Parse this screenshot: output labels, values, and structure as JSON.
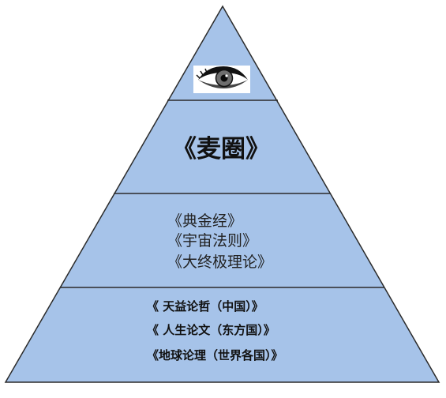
{
  "pyramid": {
    "fill_color": "#a6c3e9",
    "stroke_color": "#2b2b2b",
    "top": {
      "icon": "eye-icon"
    },
    "tier2": {
      "title": "《麦圈》"
    },
    "tier3": {
      "lines": [
        "《典金经》",
        "《宇宙法则》",
        "《大终极理论》"
      ]
    },
    "tier4": {
      "lines": [
        "《 天益论哲（中国）》",
        "《 人生论文（东方国）》",
        "《地球论理（世界各国）》"
      ]
    }
  }
}
